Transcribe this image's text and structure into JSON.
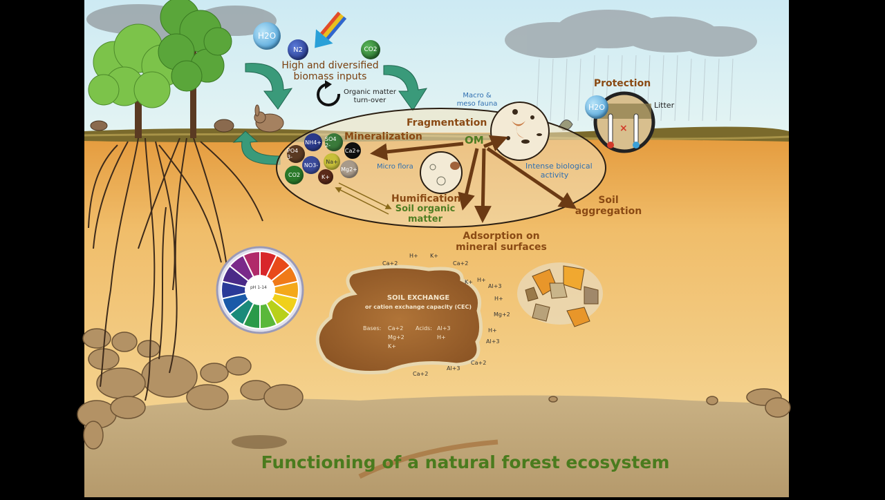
{
  "title": "Functioning of a natural forest ecosystem",
  "top": {
    "biomass_line1": "High and diversified",
    "biomass_line2": "biomass inputs",
    "turnover_line1": "Organic matter",
    "turnover_line2": "turn-over",
    "protection": "Protection",
    "litter": "Litter"
  },
  "molecules": {
    "h2o": "H2O",
    "n2": "N2",
    "co2": "CO2"
  },
  "ellipse": {
    "fragmentation": "Fragmentation",
    "mineralization": "Mineralization",
    "om": "OM",
    "humification": "Humification",
    "soil_om_line1": "Soil organic",
    "soil_om_line2": "matter",
    "macro_line1": "Macro &",
    "macro_line2": "meso fauna",
    "micro_flora": "Micro flora",
    "activity_line1": "Intense biological",
    "activity_line2": "activity"
  },
  "ions": [
    "NH4+",
    "SO4 2-",
    "Ca2+",
    "PO4 3-",
    "Na+",
    "NO3-",
    "Mg2+",
    "CO2",
    "K+"
  ],
  "outer": {
    "soil_line1": "Soil",
    "soil_line2": "aggregation",
    "adsorption_line1": "Adsorption on",
    "adsorption_line2": "mineral surfaces"
  },
  "cec": {
    "title": "SOIL EXCHANGE",
    "subtitle": "or cation exchange capacity (CEC)",
    "bases_label": "Bases:",
    "bases": [
      "Ca+2",
      "Mg+2",
      "K+"
    ],
    "acids_label": "Acids:",
    "acids": [
      "Al+3",
      "H+"
    ],
    "around": [
      "Ca+2",
      "H+",
      "K+",
      "Ca+2",
      "K+",
      "H+",
      "Al+3",
      "H+",
      "Mg+2",
      "H+",
      "Al+3",
      "Ca+2",
      "Al+3",
      "Ca+2"
    ]
  },
  "ph_label": "pH 1-14",
  "colors": {
    "sky": "#cfeaf0",
    "soil": "#e8b25c",
    "arrow": "#6b3a14",
    "teal_arrow": "#3a9a7a",
    "title": "#4a7b1e"
  }
}
